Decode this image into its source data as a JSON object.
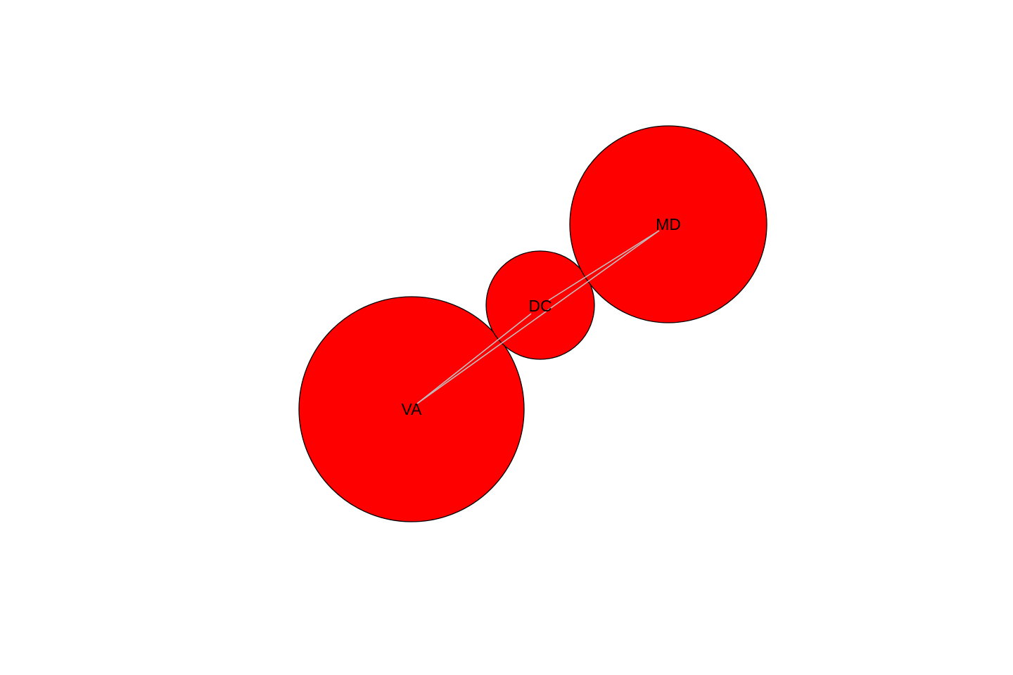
{
  "graph": {
    "background_color": "#ffffff",
    "node_fill_color": "#ff0000",
    "node_border_color": "#000000",
    "edge_color": "#bebebe",
    "label_color": "#000000",
    "directed": false,
    "nodes": [
      {
        "id": "VA",
        "label": "VA"
      },
      {
        "id": "DC",
        "label": "DC"
      },
      {
        "id": "MD",
        "label": "MD"
      }
    ],
    "edges": [
      {
        "from": "VA",
        "to": "DC"
      },
      {
        "from": "VA",
        "to": "MD"
      },
      {
        "from": "DC",
        "to": "MD"
      }
    ]
  }
}
